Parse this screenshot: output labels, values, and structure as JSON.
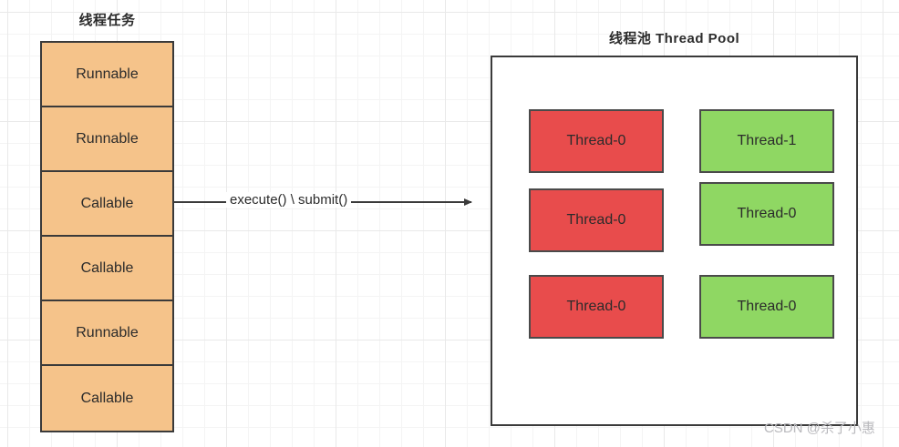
{
  "diagram": {
    "task_queue": {
      "title": "线程任务",
      "cells": [
        {
          "label": "Runnable"
        },
        {
          "label": "Runnable"
        },
        {
          "label": "Callable"
        },
        {
          "label": "Callable"
        },
        {
          "label": "Runnable"
        },
        {
          "label": "Callable"
        }
      ],
      "fill_color": "#f5c38a",
      "border_color": "#3a3a3a"
    },
    "arrow": {
      "label": "execute() \\ submit()",
      "direction": "right",
      "color": "#3a3a3a"
    },
    "thread_pool": {
      "title": "线程池 Thread Pool",
      "border_color": "#3a3a3a",
      "fill_color": "#ffffff",
      "threads": [
        {
          "label": "Thread-0",
          "state": "busy",
          "color": "#e84c4c",
          "column": "left",
          "row": 1
        },
        {
          "label": "Thread-1",
          "state": "idle",
          "color": "#8fd763",
          "column": "right",
          "row": 1
        },
        {
          "label": "Thread-0",
          "state": "busy",
          "color": "#e84c4c",
          "column": "left",
          "row": 2
        },
        {
          "label": "Thread-0",
          "state": "idle",
          "color": "#8fd763",
          "column": "right",
          "row": 2
        },
        {
          "label": "Thread-0",
          "state": "busy",
          "color": "#e84c4c",
          "column": "left",
          "row": 3
        },
        {
          "label": "Thread-0",
          "state": "idle",
          "color": "#8fd763",
          "column": "right",
          "row": 3
        }
      ]
    },
    "watermark": "CSDN @杀了小惠"
  }
}
